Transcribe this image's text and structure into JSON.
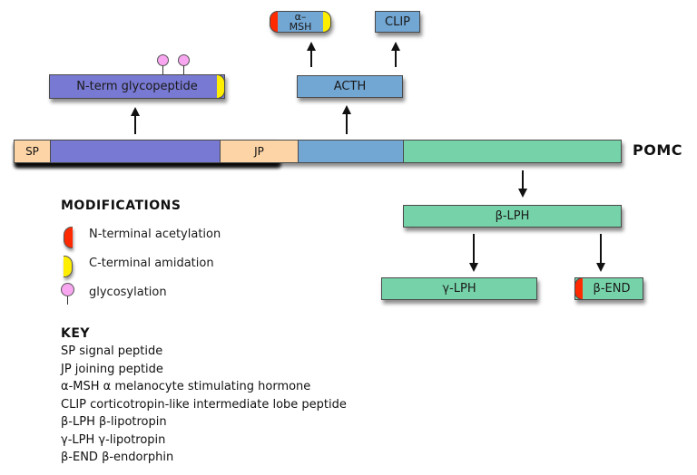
{
  "pomc": {
    "label": "POMC",
    "segments": [
      {
        "name": "SP",
        "label": "SP",
        "color": "#fdd4a6"
      },
      {
        "name": "N-term glycopeptide region",
        "label": "",
        "color": "#7879d2"
      },
      {
        "name": "JP",
        "label": "JP",
        "color": "#fdd4a6"
      },
      {
        "name": "ACTH region",
        "label": "",
        "color": "#72a6d3"
      },
      {
        "name": "beta-LPH region",
        "label": "",
        "color": "#76d3a9"
      }
    ]
  },
  "products": {
    "n_term_glycopeptide": "N-term glycopeptide",
    "acth": "ACTH",
    "alpha_msh_line1": "α–",
    "alpha_msh_line2": "MSH",
    "clip": "CLIP",
    "beta_lph": "β-LPH",
    "gamma_lph": "γ-LPH",
    "beta_end": "β-END"
  },
  "colors": {
    "n_acetylation": "#ff2a00",
    "c_amidation": "#ffee00",
    "glycosylation": "#f8a6f0"
  },
  "modifications": {
    "heading": "MODIFICATIONS",
    "items": [
      {
        "icon": "n-terminal-acetylation-icon",
        "label": "N-terminal acetylation"
      },
      {
        "icon": "c-terminal-amidation-icon",
        "label": "C-terminal amidation"
      },
      {
        "icon": "glycosylation-icon",
        "label": "glycosylation"
      }
    ]
  },
  "key": {
    "heading": "KEY",
    "items": [
      "SP signal peptide",
      "JP joining peptide",
      "α-MSH α melanocyte stimulating hormone",
      "CLIP corticotropin-like intermediate lobe peptide",
      "β-LPH β-lipotropin",
      "γ-LPH γ-lipotropin",
      "β-END β-endorphin"
    ]
  }
}
